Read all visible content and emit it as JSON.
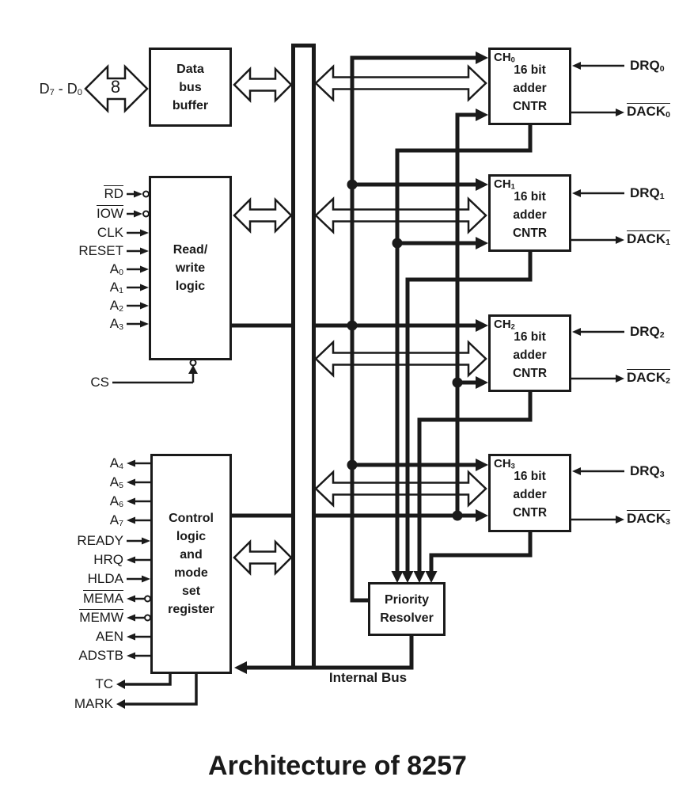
{
  "title": "Architecture of 8257",
  "internal_bus": "Internal Bus",
  "data_bus": {
    "d1": "D",
    "d1_sub": "7",
    "sep": " - ",
    "d2": "D",
    "d2_sub": "0",
    "width": "8"
  },
  "cs": "CS",
  "boxes": {
    "data_bus_buffer": {
      "l1": "Data",
      "l2": "bus",
      "l3": "buffer"
    },
    "read_write_logic": {
      "l1": "Read/",
      "l2": "write",
      "l3": "logic"
    },
    "control_logic": {
      "l1": "Control",
      "l2": "logic",
      "l3": "and",
      "l4": "mode",
      "l5": "set",
      "l6": "register"
    },
    "priority_resolver": {
      "l1": "Priority",
      "l2": "Resolver"
    }
  },
  "rw_inputs": [
    {
      "label": "RD"
    },
    {
      "label": "IOW"
    },
    {
      "label": "CLK"
    },
    {
      "label": "RESET"
    },
    {
      "label": "A",
      "sub": "0"
    },
    {
      "label": "A",
      "sub": "1"
    },
    {
      "label": "A",
      "sub": "2"
    },
    {
      "label": "A",
      "sub": "3"
    }
  ],
  "control_signals": {
    "a4": {
      "label": "A",
      "sub": "4"
    },
    "a5": {
      "label": "A",
      "sub": "5"
    },
    "a6": {
      "label": "A",
      "sub": "6"
    },
    "a7": {
      "label": "A",
      "sub": "7"
    },
    "ready": "READY",
    "hrq": "HRQ",
    "hlda": "HLDA",
    "mema": "MEMA",
    "memw": "MEMW",
    "aen": "AEN",
    "adstb": "ADSTB",
    "tc": "TC",
    "mark": "MARK"
  },
  "channels": [
    {
      "ch": "CH",
      "ch_sub": "0",
      "l1": "16 bit",
      "l2": "adder",
      "l3": "CNTR",
      "drq": "DRQ",
      "drq_sub": "0",
      "dack": "DACK",
      "dack_sub": "0"
    },
    {
      "ch": "CH",
      "ch_sub": "1",
      "l1": "16 bit",
      "l2": "adder",
      "l3": "CNTR",
      "drq": "DRQ",
      "drq_sub": "1",
      "dack": "DACK",
      "dack_sub": "1"
    },
    {
      "ch": "CH",
      "ch_sub": "2",
      "l1": "16 bit",
      "l2": "adder",
      "l3": "CNTR",
      "drq": "DRQ",
      "drq_sub": "2",
      "dack": "DACK",
      "dack_sub": "2"
    },
    {
      "ch": "CH",
      "ch_sub": "3",
      "l1": "16 bit",
      "l2": "adder",
      "l3": "CNTR",
      "drq": "DRQ",
      "drq_sub": "3",
      "dack": "DACK",
      "dack_sub": "3"
    }
  ]
}
